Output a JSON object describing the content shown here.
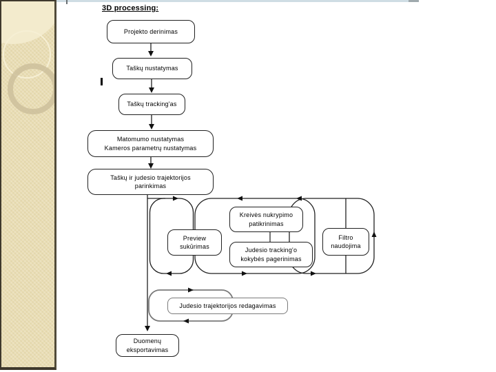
{
  "slide": {
    "title": "3D processing:"
  },
  "flowchart": {
    "nodes": {
      "projekto_derinimas": "Projekto derinimas",
      "tasku_nustatymas": "Taškų nustatymas",
      "tasku_tracking": "Taškų tracking'as",
      "matomumo": "Matomumo nustatymas\nKameros parametrų nustatymas",
      "tasku_ir_judesio": "Taškų ir judesio trajektorijos\nparinkimas",
      "preview_sukurimas": "Preview\nsukūrimas",
      "kreives_nukrypimo": "Kreivės nukrypimo\npatikrinimas",
      "judesio_tracking_kokybes": "Judesio tracking'o\nkokybės pagerinimas",
      "filtro_naudojima": "Filtro\nnaudojima",
      "judesio_trajektorijos_redagavimas": "Judesio trajektorijos redagavimas",
      "duomenu_eksportavimas": "Duomenų\neksportavimas"
    },
    "colors": {
      "node_border": "#1f1f1f",
      "grey_border": "#7a7a7a",
      "connector": "#1f1f1f",
      "node_fill": "#ffffff"
    }
  },
  "sidebar": {
    "background": "#e9ddb3",
    "border": "#3e382c",
    "ring": "#cdc09b"
  },
  "window": {
    "top_strip_color": "#cfdde4"
  }
}
